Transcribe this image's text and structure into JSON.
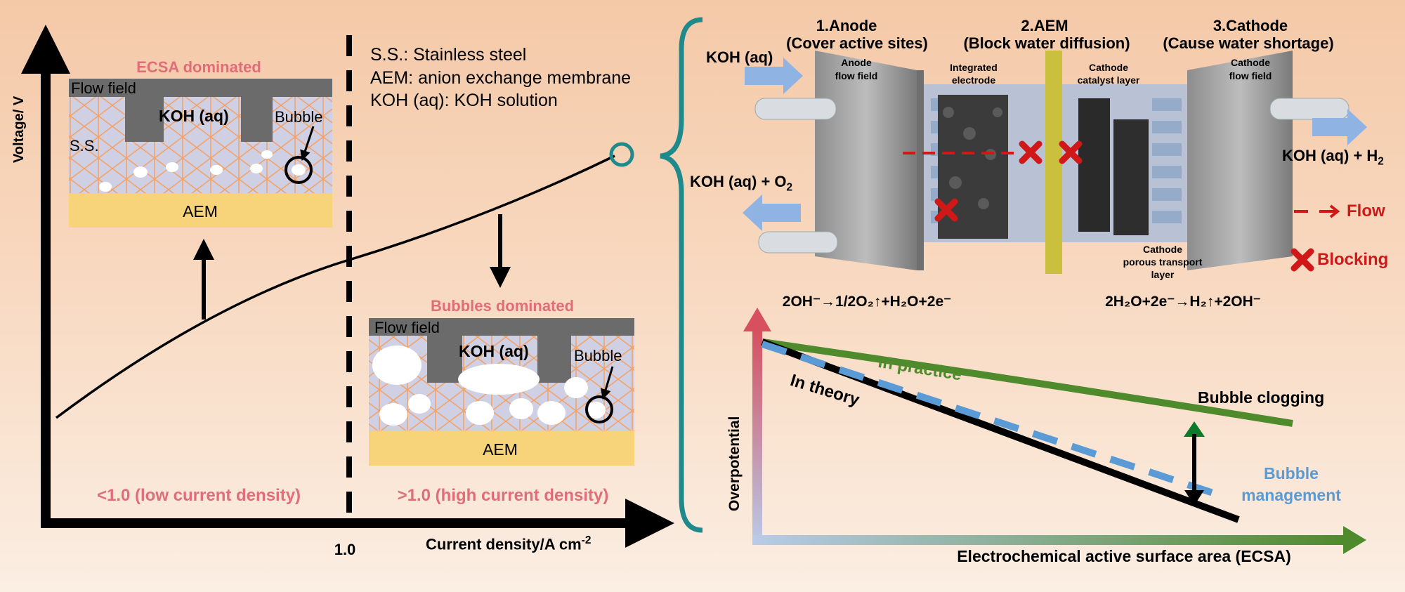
{
  "left_plot": {
    "y_axis_label": "Voltage/ V",
    "x_axis_label": "Current density/A cm",
    "x_axis_label_sup": "-2",
    "x_tick": "1.0",
    "low_region_label": "<1.0 (low current density)",
    "high_region_label": ">1.0 (high current density)"
  },
  "legend": {
    "line1": "S.S.: Stainless steel",
    "line2": "AEM: anion exchange membrane",
    "line3": "KOH (aq): KOH solution"
  },
  "ecsa_panel": {
    "title": "ECSA dominated",
    "flow_field": "Flow field",
    "koh": "KOH (aq)",
    "bubble": "Bubble",
    "ss": "S.S.",
    "aem": "AEM"
  },
  "bubbles_panel": {
    "title": "Bubbles dominated",
    "flow_field": "Flow field",
    "koh": "KOH (aq)",
    "bubble": "Bubble",
    "aem": "AEM"
  },
  "cell": {
    "head1_line1": "1.Anode",
    "head1_line2": "(Cover active sites)",
    "head2_line1": "2.AEM",
    "head2_line2": "(Block water diffusion)",
    "head3_line1": "3.Cathode",
    "head3_line2": "(Cause water shortage)",
    "koh_in": "KOH (aq)",
    "koh_o2": "KOH (aq) + O",
    "koh_o2_sub": "2",
    "koh_h2": "KOH (aq) + H",
    "koh_h2_sub": "2",
    "anode_flow_field_1": "Anode",
    "anode_flow_field_2": "flow field",
    "integrated_electrode_1": "Integrated",
    "integrated_electrode_2": "electrode",
    "cathode_catalyst_1": "Cathode",
    "cathode_catalyst_2": "catalyst layer",
    "cathode_flow_field_1": "Cathode",
    "cathode_flow_field_2": "flow field",
    "cathode_ptl_1": "Cathode",
    "cathode_ptl_2": "porous transport",
    "cathode_ptl_3": "layer",
    "flow_legend": "Flow",
    "blocking_legend": "Blocking",
    "anode_reaction": "2OH⁻→1/2O₂↑+H₂O+2e⁻",
    "cathode_reaction": "2H₂O+2e⁻→H₂↑+2OH⁻"
  },
  "ecsa_plot": {
    "y_axis_label": "Overpotential",
    "x_axis_label": "Electrochemical active surface area (ECSA)",
    "in_practice": "In practice",
    "in_theory": "In theory",
    "bubble_clogging": "Bubble clogging",
    "bubble_management_1": "Bubble",
    "bubble_management_2": "management"
  },
  "colors": {
    "pink_label": "#e06d78",
    "teal_brace": "#1f8a8c",
    "aem_yellow": "#f7d47a",
    "practice_green": "#4f8a2c",
    "management_blue": "#5b9bd5",
    "blocking_red": "#d01818"
  }
}
